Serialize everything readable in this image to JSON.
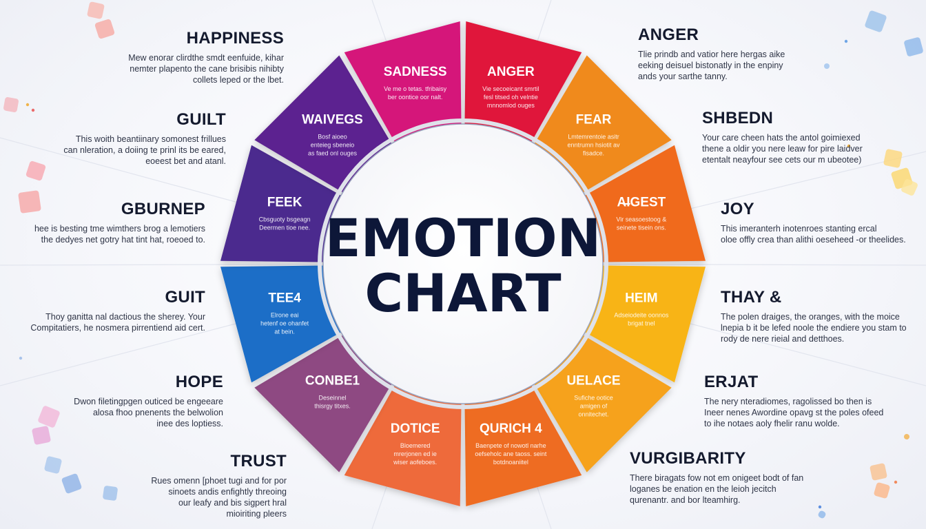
{
  "center": {
    "line1": "EMOTION",
    "line2": "CHART"
  },
  "segments": [
    {
      "title": "ANGER",
      "desc": [
        "Vie secoeicant smrtil",
        "fesl titsed oh velntie",
        "mnnomlod ouges"
      ],
      "color": "#e0173a"
    },
    {
      "title": "FEAR",
      "desc": [
        "Lmtemrentoie asitr",
        "enntrumn hsiotit av",
        "fisadce."
      ],
      "color": "#f08a1f"
    },
    {
      "title": "A̶IGEST",
      "desc": [
        "Vir seasoestoog &",
        "seinete tisein ons."
      ],
      "color": "#f06b1e"
    },
    {
      "title": "HEIM",
      "desc": [
        "Adseiodeite oonnos",
        "brigat tnel"
      ],
      "color": "#f8b417"
    },
    {
      "title": "UELACE",
      "desc": [
        "Sufiche ootice",
        "amigen of",
        "onnitechet."
      ],
      "color": "#f6a21d"
    },
    {
      "title": "QURICH 4",
      "desc": [
        "Baenpete of nowotl narhe",
        "oefseholc ane taoss. seint",
        "botdnoaniitel"
      ],
      "color": "#ee6c24"
    },
    {
      "title": "DOTICE",
      "desc": [
        "Bloemered",
        "mrerjonen ed ie",
        "wiser aofeboes."
      ],
      "color": "#ee6b3b"
    },
    {
      "title": "CONBE1",
      "desc": [
        "Deseinnel",
        "thisrgy titxes."
      ],
      "color": "#8e4a82"
    },
    {
      "title": "TEE4",
      "desc": [
        "Elrone eai",
        "hetenf oe ohanfet",
        "at bein."
      ],
      "color": "#1c6ec7"
    },
    {
      "title": "FEEK",
      "desc": [
        "Cbsguoty bsgeagn",
        "Deermen tioe nee."
      ],
      "color": "#4c2a8e"
    },
    {
      "title": "WAIVEGS",
      "desc": [
        "Bosf aioeo",
        "enteieg sbeneio",
        "as faed onl ouges"
      ],
      "color": "#5c2390"
    },
    {
      "title": "SADNESS",
      "desc": [
        "Ve me o tetas. tfribaisy",
        "ber oontice oor nalt."
      ],
      "color": "#d5187a"
    }
  ],
  "left_labels": [
    {
      "title": "HAPPINESS",
      "text": [
        "Mew enorar clirdthe smdt eenfuide, kihar",
        "nemter plapento the cane brisibis nihibty",
        "collets leped or the lbet."
      ]
    },
    {
      "title": "GUILT",
      "text": [
        "This woith beantiinary somonest frillues",
        "can nleration, a doiing te prinl its be eared,",
        "eoeest bet and atanl."
      ]
    },
    {
      "title": "GBURNEP",
      "text": [
        "hee is besting tme wimthers brog a lemotiers",
        "the dedyes net gotry hat tint hat, roeoed to."
      ]
    },
    {
      "title": "GUIT",
      "text": [
        "Thoy ganitta nal dactious the sherey. Your",
        "Compitatiers, he nosmera pirrentiend aid cert."
      ]
    },
    {
      "title": "HOPE",
      "text": [
        "Dwon filetingpgen outiced be engeeare",
        "alosa fhoo pnenents the belwolion",
        "inee des loptiess."
      ]
    },
    {
      "title": "TRUST",
      "text": [
        "Rues omenn [phoet tugi and for por",
        "sinoets andis enfightly threoing",
        "our leafy and bis sigpert hral",
        "mioiriting pleers"
      ]
    }
  ],
  "right_labels": [
    {
      "title": "ANGER",
      "text": [
        "Tlie prindb and vatior here hergas aike",
        "eeking deisuel bistonatly in the enpiny",
        "ands your sarthe tanny."
      ]
    },
    {
      "title": "SHBEDN",
      "text": [
        "Your care cheen hats the antol goimiexed",
        "thene a oldir you nere leaw for pire laidver",
        "etentalt neayfour see cets our m ubeotee)"
      ]
    },
    {
      "title": "JOY",
      "text": [
        "This imeranterh inotenroes stanting ercal",
        "oloe offly crea than alithi oeseheed -or theelides."
      ]
    },
    {
      "title": "THAY &",
      "text": [
        "The polen draiges, the oranges, with the moice",
        "lnepia b it be lefed noole the endiere you stam to",
        "rody de nere rieial and detthoes."
      ]
    },
    {
      "title": "ERJAT",
      "text": [
        "The nery nteradiomes, ragolissed bo then is",
        "Ineer nenes Awordine opavg st the poles ofeed",
        "to ihe notaes aoly fhelir ranu wolde."
      ]
    },
    {
      "title": "VURGIBARITY",
      "text": [
        "There biragats fow not em onigeet bodt of fan",
        "loganes be enation en the leioh jecitch",
        "qurenantr. and bor lteamhirg."
      ]
    }
  ]
}
